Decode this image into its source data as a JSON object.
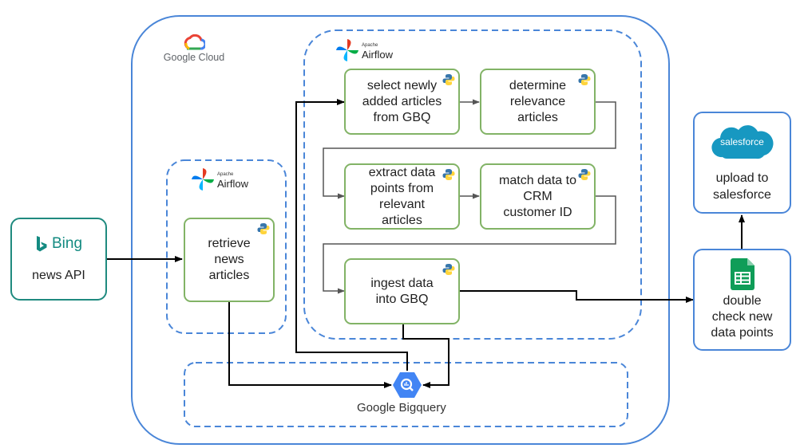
{
  "google_cloud": {
    "label": "Google Cloud"
  },
  "airflow_logo": {
    "small_text": "Apache",
    "name": "Airflow"
  },
  "bing": {
    "label": "Bing",
    "caption": "news API"
  },
  "tasks": {
    "retrieve": "retrieve\nnews\narticles",
    "select": "select newly\nadded articles\nfrom GBQ",
    "determine": "determine\nrelevance\narticles",
    "extract": "extract data\npoints from\nrelevant\narticles",
    "match": "match data to\nCRM\ncustomer ID",
    "ingest": "ingest data\ninto GBQ"
  },
  "bigquery": {
    "label": "Google Bigquery"
  },
  "salesforce": {
    "logo_text": "salesforce",
    "caption": "upload to\nsalesforce"
  },
  "sheets": {
    "caption": "double\ncheck new\ndata points"
  },
  "icons": {
    "python": "python-icon",
    "airflow": "airflow-pinwheel-icon",
    "google_cloud": "google-cloud-icon",
    "bing": "bing-icon",
    "bigquery": "bigquery-icon",
    "salesforce": "salesforce-cloud-icon",
    "sheets": "google-sheets-icon"
  },
  "colors": {
    "task_border": "#82b366",
    "container_border": "#4a86d8",
    "bing_border": "#1f8a7f",
    "arrow": "#000000",
    "inner_arrow": "#555555"
  }
}
